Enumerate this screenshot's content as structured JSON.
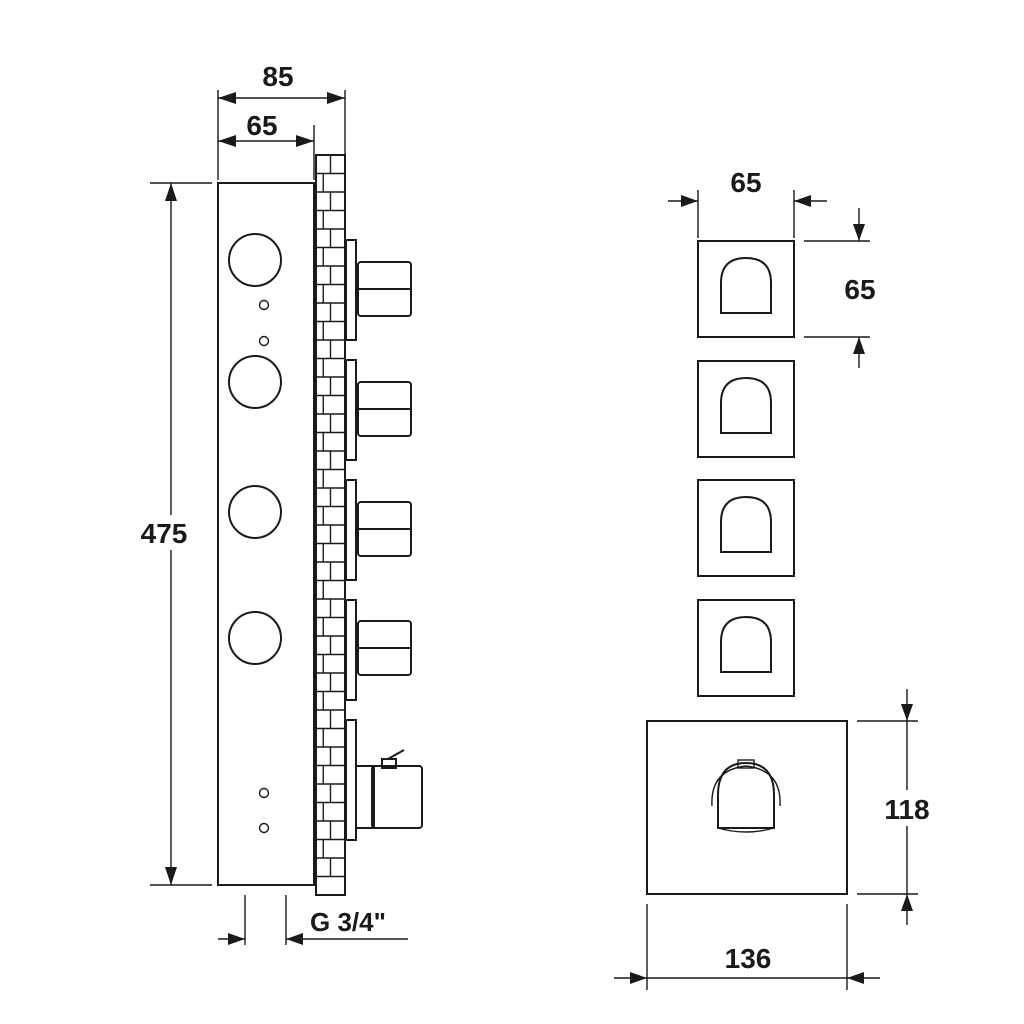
{
  "dimensions": {
    "total_depth": "85",
    "body_depth": "65",
    "height": "475",
    "connection": "G 3/4\"",
    "handle_width": "65",
    "handle_height": "65",
    "plate_height": "118",
    "plate_width": "136"
  },
  "components": {
    "control_handles": 4,
    "thermostatic_handles": 1
  },
  "colors": {
    "ink": "#1a1a1a",
    "paper": "#ffffff"
  }
}
